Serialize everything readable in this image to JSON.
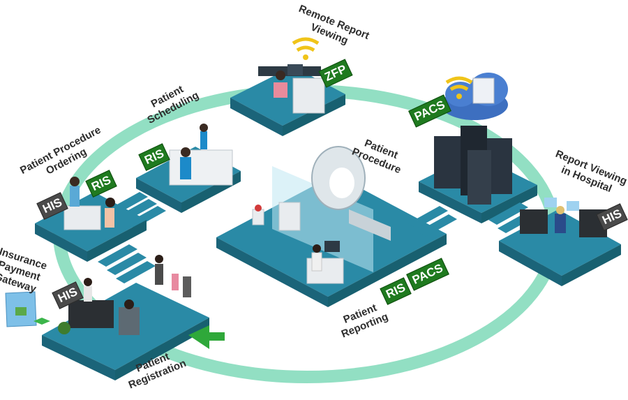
{
  "colors": {
    "ring": "#7fd9b9",
    "platform_top": "#2a8aa6",
    "platform_side": "#1b6479",
    "badge_green": "#1f7a1f",
    "badge_gray": "#4a4a4a",
    "arrow_green": "#2fa83a",
    "label_text": "#2d2d2d"
  },
  "stages": {
    "remote_viewing": {
      "line1": "Remote Report",
      "line2": "Viewing"
    },
    "scheduling": {
      "line1": "Patient",
      "line2": "Scheduling"
    },
    "ordering": {
      "line1": "Patient Procedure",
      "line2": "Ordering"
    },
    "procedure": {
      "line1": "Patient",
      "line2": "Procedure"
    },
    "report_viewing": {
      "line1": "Report Viewing",
      "line2": "in Hospital"
    },
    "insurance": {
      "line1": "Insurance",
      "line2": "Payment",
      "line3": "Gateway"
    },
    "reporting": {
      "line1": "Patient",
      "line2": "Reporting"
    },
    "registration": {
      "line1": "Patient",
      "line2": "Registration"
    }
  },
  "badges": {
    "zfp": "ZFP",
    "pacs_cloud": "PACS",
    "ris_scheduling": "RIS",
    "ris_ordering": "RIS",
    "his_ordering": "HIS",
    "his_report": "HIS",
    "his_registration": "HIS",
    "ris_reporting": "RIS",
    "pacs_reporting": "PACS"
  },
  "icons": [
    "wifi-icon",
    "cloud-icon",
    "server-rack-icon",
    "mri-scanner-icon",
    "insurance-card-icon",
    "arrow-icon"
  ]
}
